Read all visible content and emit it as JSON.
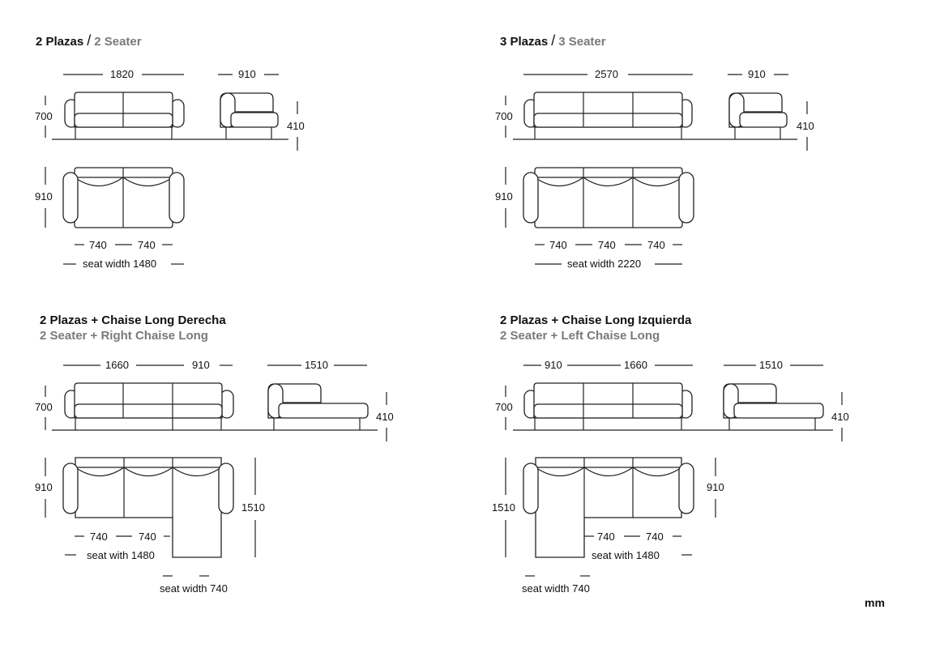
{
  "sections": [
    {
      "title_es": "2 Plazas",
      "title_en": "2 Seater",
      "dims": {
        "front_width": "1820",
        "side_depth": "910",
        "height": "700",
        "seat_height": "410",
        "top_depth": "910",
        "seat_a": "740",
        "seat_b": "740",
        "seat_width": "seat width 1480"
      }
    },
    {
      "title_es": "3 Plazas",
      "title_en": "3 Seater",
      "dims": {
        "front_width": "2570",
        "side_depth": "910",
        "height": "700",
        "seat_height": "410",
        "top_depth": "910",
        "seat_a": "740",
        "seat_b": "740",
        "seat_c": "740",
        "seat_width": "seat width 2220"
      }
    },
    {
      "title_es": "2 Plazas + Chaise Long Derecha",
      "title_en": "2 Seater + Right Chaise Long",
      "dims": {
        "front_a": "1660",
        "front_b": "910",
        "side_depth": "1510",
        "height": "700",
        "seat_height": "410",
        "top_depth": "910",
        "chaise_depth": "1510",
        "seat_a": "740",
        "seat_b": "740",
        "seat_width": "seat with 1480",
        "chaise_width": "seat width 740"
      }
    },
    {
      "title_es": "2 Plazas + Chaise Long Izquierda",
      "title_en": "2 Seater + Left Chaise Long",
      "dims": {
        "front_a": "910",
        "front_b": "1660",
        "side_depth": "1510",
        "height": "700",
        "seat_height": "410",
        "top_depth": "910",
        "chaise_depth": "1510",
        "seat_a": "740",
        "seat_b": "740",
        "seat_width": "seat with 1480",
        "chaise_width": "seat width 740"
      }
    }
  ],
  "unit": "mm"
}
